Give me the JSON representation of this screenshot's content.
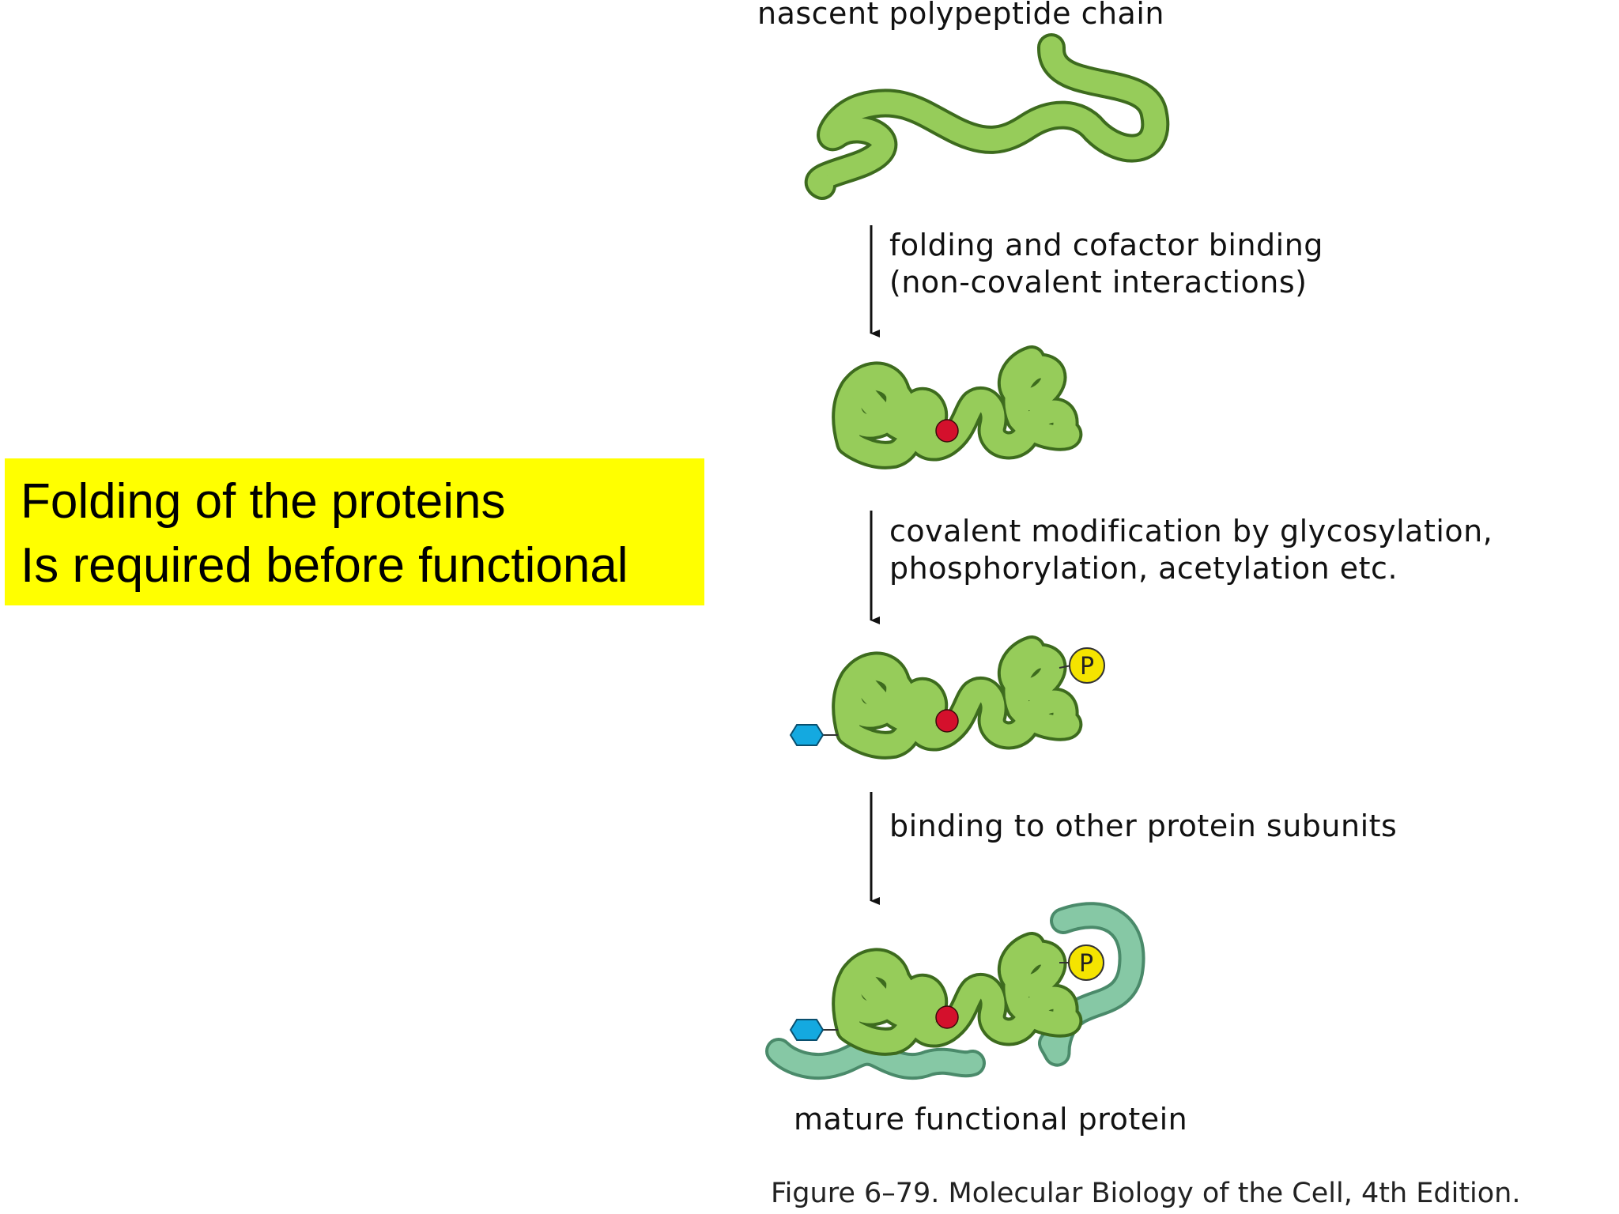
{
  "callout": {
    "line1": "Folding of the proteins",
    "line2": "Is required before functional"
  },
  "diagram": {
    "top_label": "nascent polypeptide chain",
    "step1": {
      "line1": "folding and cofactor binding",
      "line2": "(non-covalent interactions)"
    },
    "step2": {
      "line1": "covalent modification by glycosylation,",
      "line2": "phosphorylation, acetylation etc."
    },
    "step3": {
      "line1": "binding to other protein subunits"
    },
    "bottom_label": "mature functional protein",
    "phosphate_letter": "P",
    "colors": {
      "chain_fill": "#96cc5a",
      "chain_outline": "#3d6b1e",
      "cofactor": "#d4102c",
      "glycosyl": "#14a9e0",
      "phosphate": "#f5e400",
      "subunit": "#86c8a5",
      "callout_bg": "#ffff00"
    }
  },
  "caption": "Figure 6–79. Molecular Biology of the Cell, 4th Edition."
}
